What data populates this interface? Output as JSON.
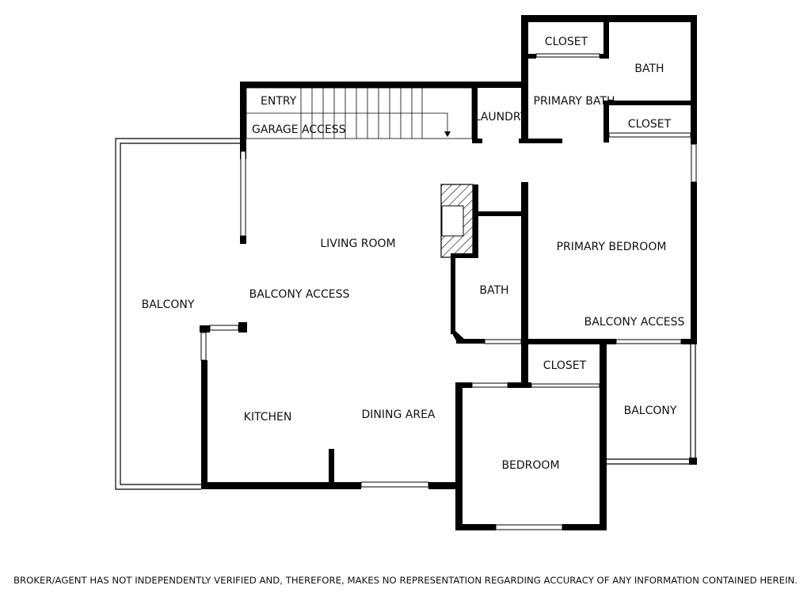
{
  "rooms": {
    "closet_top": "CLOSET",
    "bath_top": "BATH",
    "entry": "ENTRY",
    "garage_access": "GARAGE ACCESS",
    "laundry": "LAUNDRY",
    "primary_bath": "PRIMARY BATH",
    "closet_primary": "CLOSET",
    "living_room": "LIVING ROOM",
    "primary_bedroom": "PRIMARY BEDROOM",
    "balcony_west": "BALCONY",
    "balcony_access_west": "BALCONY ACCESS",
    "bath_middle": "BATH",
    "balcony_access_east": "BALCONY ACCESS",
    "closet_bedroom": "CLOSET",
    "kitchen": "KITCHEN",
    "dining_area": "DINING AREA",
    "balcony_east": "BALCONY",
    "bedroom": "BEDROOM"
  },
  "disclaimer": "BROKER/AGENT HAS NOT INDEPENDENTLY VERIFIED AND, THEREFORE, MAKES NO REPRESENTATION REGARDING ACCURACY OF ANY INFORMATION CONTAINED HEREIN.",
  "colors": {
    "wall": "#000000",
    "background": "#ffffff"
  },
  "symbols": [
    "staircase-icon",
    "stair-direction-arrow-icon",
    "fireplace-icon"
  ]
}
